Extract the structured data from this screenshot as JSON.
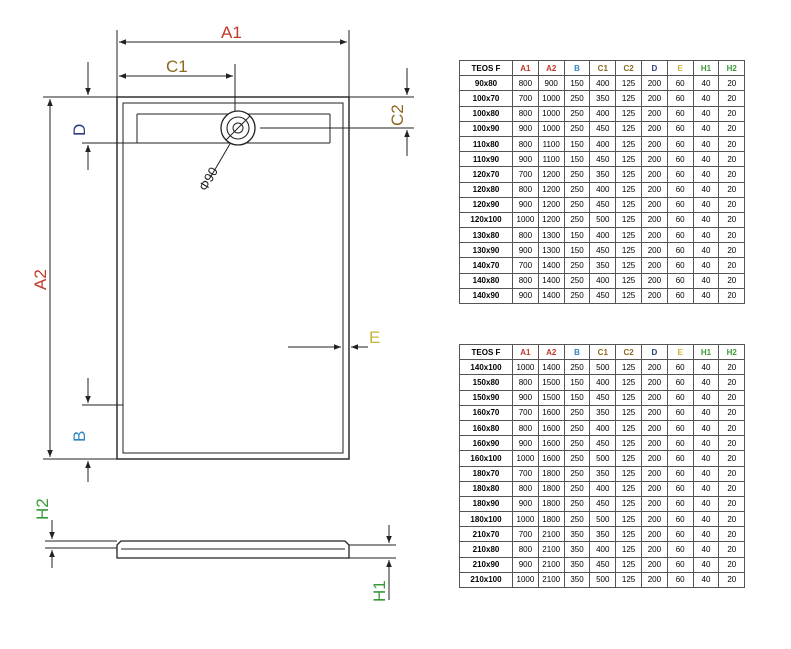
{
  "colors": {
    "A1": "#c0392b",
    "A2": "#c0392b",
    "B": "#2e86c1",
    "C1": "#8a6a1f",
    "C2": "#8a6a1f",
    "D": "#2c3e80",
    "E": "#c8b43a",
    "H1": "#3a9a3a",
    "H2": "#3a9a3a",
    "line": "#222222"
  },
  "drawing": {
    "labels": {
      "A1": "A1",
      "A2": "A2",
      "B": "B",
      "C1": "C1",
      "C2": "C2",
      "D": "D",
      "E": "E",
      "H1": "H1",
      "H2": "H2",
      "drain": "Φ90"
    }
  },
  "table_headers": [
    "TEOS F",
    "A1",
    "A2",
    "B",
    "C1",
    "C2",
    "D",
    "E",
    "H1",
    "H2"
  ],
  "table1_rows": [
    [
      "90x80",
      "800",
      "900",
      "150",
      "400",
      "125",
      "200",
      "60",
      "40",
      "20"
    ],
    [
      "100x70",
      "700",
      "1000",
      "250",
      "350",
      "125",
      "200",
      "60",
      "40",
      "20"
    ],
    [
      "100x80",
      "800",
      "1000",
      "250",
      "400",
      "125",
      "200",
      "60",
      "40",
      "20"
    ],
    [
      "100x90",
      "900",
      "1000",
      "250",
      "450",
      "125",
      "200",
      "60",
      "40",
      "20"
    ],
    [
      "110x80",
      "800",
      "1100",
      "150",
      "400",
      "125",
      "200",
      "60",
      "40",
      "20"
    ],
    [
      "110x90",
      "900",
      "1100",
      "150",
      "450",
      "125",
      "200",
      "60",
      "40",
      "20"
    ],
    [
      "120x70",
      "700",
      "1200",
      "250",
      "350",
      "125",
      "200",
      "60",
      "40",
      "20"
    ],
    [
      "120x80",
      "800",
      "1200",
      "250",
      "400",
      "125",
      "200",
      "60",
      "40",
      "20"
    ],
    [
      "120x90",
      "900",
      "1200",
      "250",
      "450",
      "125",
      "200",
      "60",
      "40",
      "20"
    ],
    [
      "120x100",
      "1000",
      "1200",
      "250",
      "500",
      "125",
      "200",
      "60",
      "40",
      "20"
    ],
    [
      "130x80",
      "800",
      "1300",
      "150",
      "400",
      "125",
      "200",
      "60",
      "40",
      "20"
    ],
    [
      "130x90",
      "900",
      "1300",
      "150",
      "450",
      "125",
      "200",
      "60",
      "40",
      "20"
    ],
    [
      "140x70",
      "700",
      "1400",
      "250",
      "350",
      "125",
      "200",
      "60",
      "40",
      "20"
    ],
    [
      "140x80",
      "800",
      "1400",
      "250",
      "400",
      "125",
      "200",
      "60",
      "40",
      "20"
    ],
    [
      "140x90",
      "900",
      "1400",
      "250",
      "450",
      "125",
      "200",
      "60",
      "40",
      "20"
    ]
  ],
  "table2_rows": [
    [
      "140x100",
      "1000",
      "1400",
      "250",
      "500",
      "125",
      "200",
      "60",
      "40",
      "20"
    ],
    [
      "150x80",
      "800",
      "1500",
      "150",
      "400",
      "125",
      "200",
      "60",
      "40",
      "20"
    ],
    [
      "150x90",
      "900",
      "1500",
      "150",
      "450",
      "125",
      "200",
      "60",
      "40",
      "20"
    ],
    [
      "160x70",
      "700",
      "1600",
      "250",
      "350",
      "125",
      "200",
      "60",
      "40",
      "20"
    ],
    [
      "160x80",
      "800",
      "1600",
      "250",
      "400",
      "125",
      "200",
      "60",
      "40",
      "20"
    ],
    [
      "160x90",
      "900",
      "1600",
      "250",
      "450",
      "125",
      "200",
      "60",
      "40",
      "20"
    ],
    [
      "160x100",
      "1000",
      "1600",
      "250",
      "500",
      "125",
      "200",
      "60",
      "40",
      "20"
    ],
    [
      "180x70",
      "700",
      "1800",
      "250",
      "350",
      "125",
      "200",
      "60",
      "40",
      "20"
    ],
    [
      "180x80",
      "800",
      "1800",
      "250",
      "400",
      "125",
      "200",
      "60",
      "40",
      "20"
    ],
    [
      "180x90",
      "900",
      "1800",
      "250",
      "450",
      "125",
      "200",
      "60",
      "40",
      "20"
    ],
    [
      "180x100",
      "1000",
      "1800",
      "250",
      "500",
      "125",
      "200",
      "60",
      "40",
      "20"
    ],
    [
      "210x70",
      "700",
      "2100",
      "350",
      "350",
      "125",
      "200",
      "60",
      "40",
      "20"
    ],
    [
      "210x80",
      "800",
      "2100",
      "350",
      "400",
      "125",
      "200",
      "60",
      "40",
      "20"
    ],
    [
      "210x90",
      "900",
      "2100",
      "350",
      "450",
      "125",
      "200",
      "60",
      "40",
      "20"
    ],
    [
      "210x100",
      "1000",
      "2100",
      "350",
      "500",
      "125",
      "200",
      "60",
      "40",
      "20"
    ]
  ]
}
